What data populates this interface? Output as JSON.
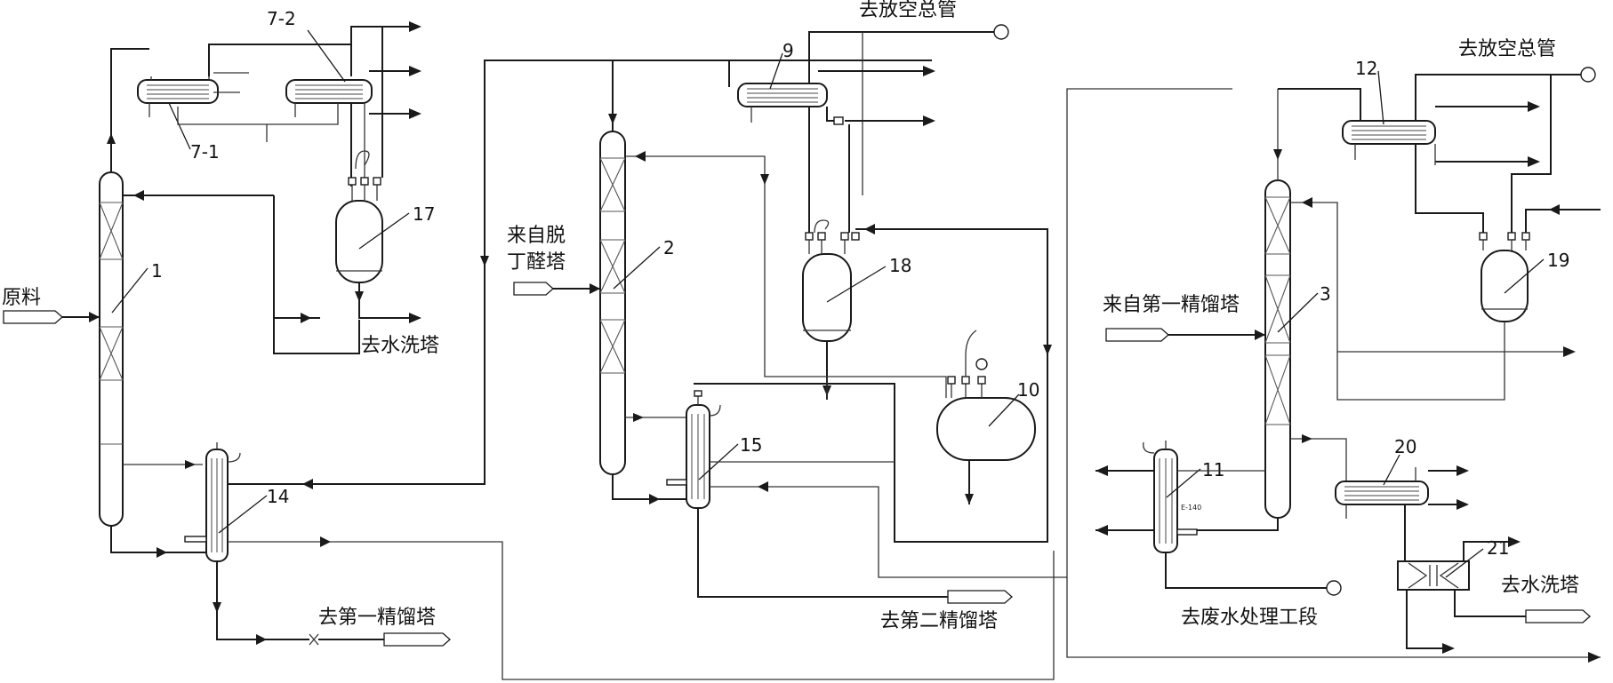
{
  "equipment_tags": {
    "t1": "1",
    "t2": "2",
    "t3": "3",
    "t7_1": "7-1",
    "t7_2": "7-2",
    "t9": "9",
    "t10": "10",
    "t11": "11",
    "t12": "12",
    "t14": "14",
    "t15": "15",
    "t17": "17",
    "t18": "18",
    "t19": "19",
    "t20": "20",
    "t21": "21"
  },
  "stream_labels": {
    "feed": "原料",
    "from_debutanizer_1": "来自脱",
    "from_debutanizer_2": "丁醛塔",
    "from_first_distill": "来自第一精馏塔",
    "to_vent_header_1": "去放空总管",
    "to_vent_header_2": "去放空总管",
    "to_water_wash_1": "去水洗塔",
    "to_water_wash_2": "去水洗塔",
    "to_first_distill": "去第一精馏塔",
    "to_second_distill": "去第二精馏塔",
    "to_wastewater": "去废水处理工段"
  },
  "annotations": {
    "e140": "E-140"
  }
}
